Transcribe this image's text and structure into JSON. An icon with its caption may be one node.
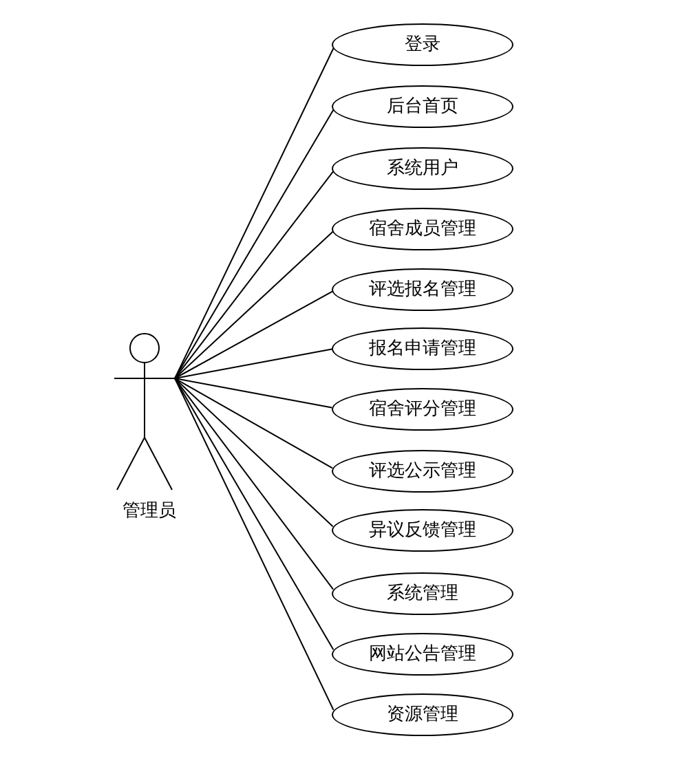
{
  "diagram": {
    "nodes": [
      {
        "text": [
          "管理员"
        ]
      },
      {
        "text": [
          "登录"
        ]
      },
      {
        "text": [
          "后台首页"
        ]
      },
      {
        "text": [
          "系统用户"
        ]
      },
      {
        "text": [
          "宿舍成员管理"
        ]
      },
      {
        "text": [
          "评选报名管理"
        ]
      },
      {
        "text": [
          "报名申请管理"
        ]
      },
      {
        "text": [
          "宿舍评分管理"
        ]
      },
      {
        "text": [
          "评选公示管理"
        ]
      },
      {
        "text": [
          "异议反馈管理"
        ]
      },
      {
        "text": [
          "系统管理"
        ]
      },
      {
        "text": [
          "网站公告管理"
        ]
      },
      {
        "text": [
          "资源管理"
        ]
      }
    ],
    "edges": [
      {
        "from": 0,
        "to": 1,
        "arrow": "none"
      },
      {
        "from": 0,
        "to": 2,
        "arrow": "none"
      },
      {
        "from": 0,
        "to": 3,
        "arrow": "none"
      },
      {
        "from": 0,
        "to": 4,
        "arrow": "none"
      },
      {
        "from": 0,
        "to": 5,
        "arrow": "none"
      },
      {
        "from": 0,
        "to": 6,
        "arrow": "none"
      },
      {
        "from": 0,
        "to": 7,
        "arrow": "none"
      },
      {
        "from": 0,
        "to": 8,
        "arrow": "none"
      },
      {
        "from": 0,
        "to": 9,
        "arrow": "none"
      },
      {
        "from": 0,
        "to": 10,
        "arrow": "none"
      },
      {
        "from": 0,
        "to": 11,
        "arrow": "none"
      },
      {
        "from": 0,
        "to": 12,
        "arrow": "none"
      }
    ]
  }
}
